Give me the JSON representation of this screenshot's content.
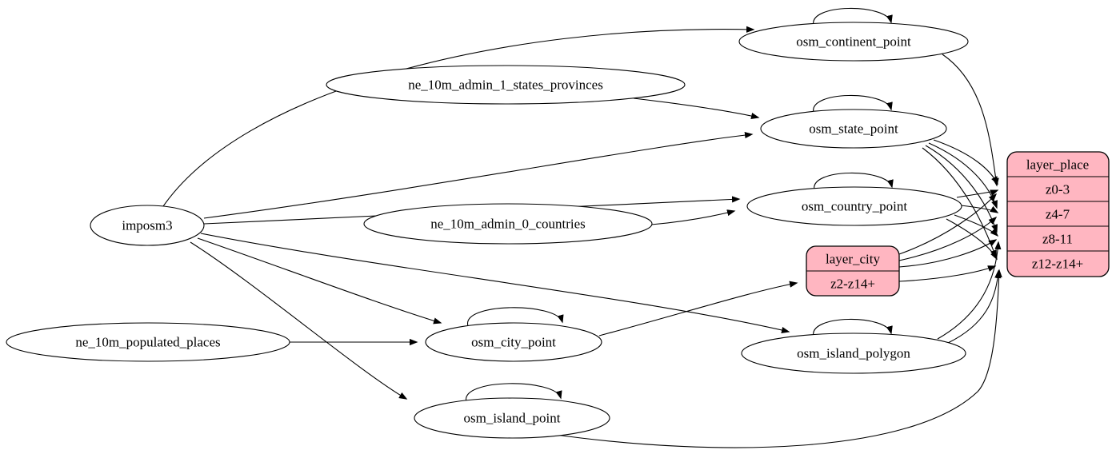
{
  "diagram": {
    "kind": "etl-dependency-graph",
    "background": "#ffffff",
    "table_fill": "#ffffff",
    "layer_fill": "#ffb6c1",
    "stroke_color": "#000000",
    "nodes": {
      "imposm3": {
        "label": "imposm3",
        "shape": "ellipse"
      },
      "ne_10m_admin_1_states_provinces": {
        "label": "ne_10m_admin_1_states_provinces",
        "shape": "ellipse"
      },
      "ne_10m_admin_0_countries": {
        "label": "ne_10m_admin_0_countries",
        "shape": "ellipse"
      },
      "ne_10m_populated_places": {
        "label": "ne_10m_populated_places",
        "shape": "ellipse"
      },
      "osm_continent_point": {
        "label": "osm_continent_point",
        "shape": "ellipse"
      },
      "osm_state_point": {
        "label": "osm_state_point",
        "shape": "ellipse"
      },
      "osm_country_point": {
        "label": "osm_country_point",
        "shape": "ellipse"
      },
      "osm_city_point": {
        "label": "osm_city_point",
        "shape": "ellipse"
      },
      "osm_island_polygon": {
        "label": "osm_island_polygon",
        "shape": "ellipse"
      },
      "osm_island_point": {
        "label": "osm_island_point",
        "shape": "ellipse"
      }
    },
    "records": {
      "layer_city": {
        "title": "layer_city",
        "rows": [
          "z2-z14+"
        ]
      },
      "layer_place": {
        "title": "layer_place",
        "rows": [
          "z0-3",
          "z4-7",
          "z8-11",
          "z12-z14+"
        ]
      }
    },
    "edges": [
      {
        "from": "imposm3",
        "to": "osm_continent_point"
      },
      {
        "from": "imposm3",
        "to": "osm_state_point"
      },
      {
        "from": "imposm3",
        "to": "osm_country_point"
      },
      {
        "from": "imposm3",
        "to": "osm_city_point"
      },
      {
        "from": "imposm3",
        "to": "osm_island_point"
      },
      {
        "from": "imposm3",
        "to": "osm_island_polygon"
      },
      {
        "from": "ne_10m_admin_1_states_provinces",
        "to": "osm_state_point"
      },
      {
        "from": "ne_10m_admin_0_countries",
        "to": "osm_country_point"
      },
      {
        "from": "ne_10m_populated_places",
        "to": "osm_city_point"
      },
      {
        "from": "osm_continent_point",
        "to": "osm_continent_point",
        "self_loop": true
      },
      {
        "from": "osm_state_point",
        "to": "osm_state_point",
        "self_loop": true
      },
      {
        "from": "osm_country_point",
        "to": "osm_country_point",
        "self_loop": true
      },
      {
        "from": "osm_city_point",
        "to": "osm_city_point",
        "self_loop": true
      },
      {
        "from": "osm_island_polygon",
        "to": "osm_island_polygon",
        "self_loop": true
      },
      {
        "from": "osm_island_point",
        "to": "osm_island_point",
        "self_loop": true
      },
      {
        "from": "osm_city_point",
        "to": "layer_city",
        "to_row": "z2-z14+"
      },
      {
        "from": "osm_continent_point",
        "to": "layer_place",
        "to_row": "z0-3"
      },
      {
        "from": "osm_state_point",
        "to": "layer_place",
        "to_row": "z0-3"
      },
      {
        "from": "osm_state_point",
        "to": "layer_place",
        "to_row": "z4-7"
      },
      {
        "from": "osm_state_point",
        "to": "layer_place",
        "to_row": "z8-11"
      },
      {
        "from": "osm_state_point",
        "to": "layer_place",
        "to_row": "z12-z14+"
      },
      {
        "from": "osm_country_point",
        "to": "layer_place",
        "to_row": "z0-3"
      },
      {
        "from": "osm_country_point",
        "to": "layer_place",
        "to_row": "z4-7"
      },
      {
        "from": "osm_country_point",
        "to": "layer_place",
        "to_row": "z8-11"
      },
      {
        "from": "osm_country_point",
        "to": "layer_place",
        "to_row": "z12-z14+"
      },
      {
        "from": "layer_city",
        "to": "layer_place",
        "to_row": "z0-3"
      },
      {
        "from": "layer_city",
        "to": "layer_place",
        "to_row": "z4-7"
      },
      {
        "from": "layer_city",
        "to": "layer_place",
        "to_row": "z8-11"
      },
      {
        "from": "layer_city",
        "to": "layer_place",
        "to_row": "z12-z14+"
      },
      {
        "from": "osm_island_polygon",
        "to": "layer_place",
        "to_row": "z8-11"
      },
      {
        "from": "osm_island_polygon",
        "to": "layer_place",
        "to_row": "z12-z14+"
      },
      {
        "from": "osm_island_point",
        "to": "layer_place",
        "to_row": "z12-z14+"
      }
    ]
  }
}
